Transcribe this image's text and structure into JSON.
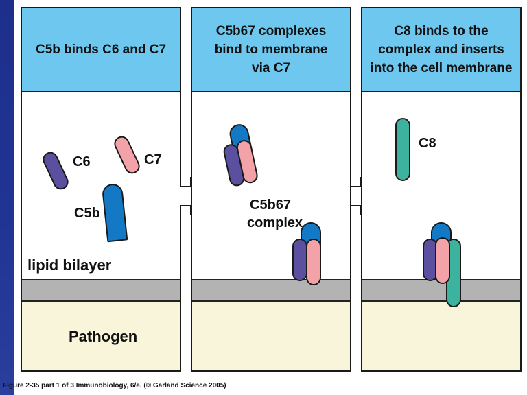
{
  "panels": [
    {
      "title": "C5b binds C6 and C7",
      "labels": {
        "c6": "C6",
        "c7": "C7",
        "c5b": "C5b",
        "bilayer": "lipid bilayer",
        "pathogen": "Pathogen"
      }
    },
    {
      "title": "C5b67 complexes\nbind to membrane\nvia C7",
      "labels": {
        "complex_line1": "C5b67",
        "complex_line2": "complex"
      }
    },
    {
      "title": "C8 binds to the\ncomplex and inserts\ninto the cell membrane",
      "labels": {
        "c8": "C8"
      }
    }
  ],
  "caption": "Figure 2-35 part 1 of 3  Immunobiology, 6/e. (© Garland Science 2005)",
  "colors": {
    "header": "#6dc7ef",
    "membrane": "#b3b3b3",
    "pathogen": "#f8f5db",
    "c6": "#5b4fa0",
    "c7": "#f3a2a8",
    "c5b": "#1479c4",
    "c8": "#3bb39e"
  }
}
